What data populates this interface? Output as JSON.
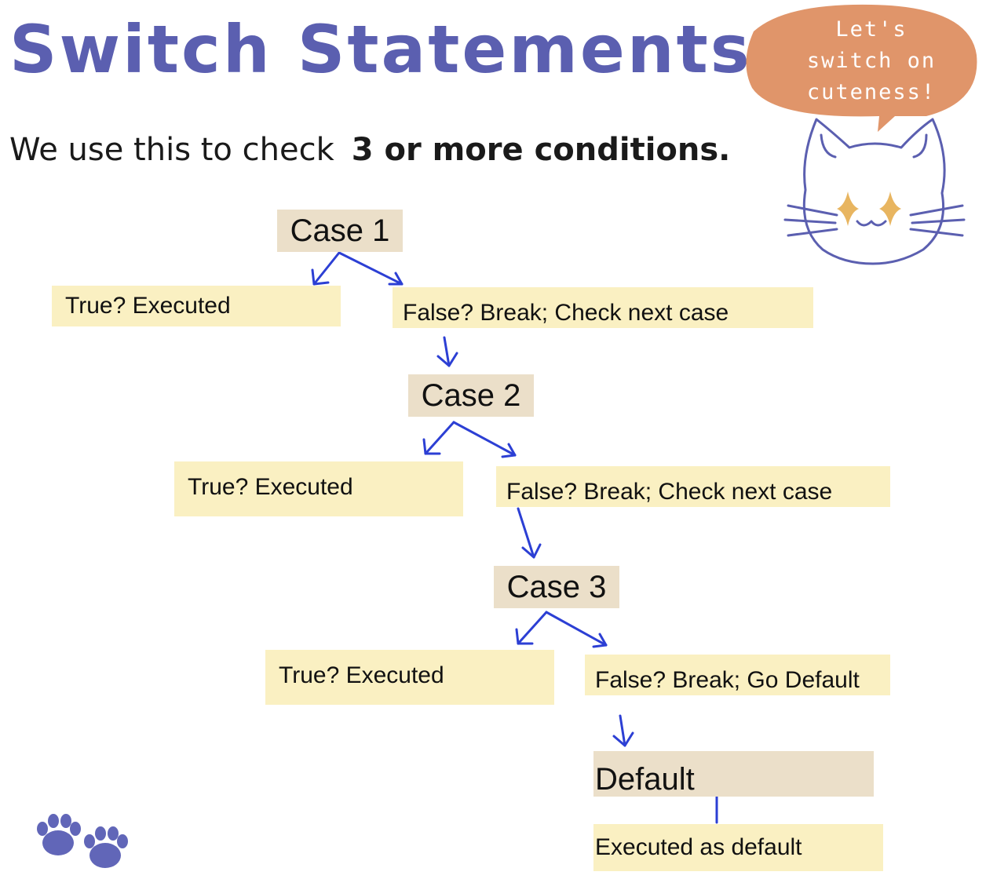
{
  "header": {
    "title": "Switch Statements",
    "subtitle_plain": "We use this  to  check",
    "subtitle_bold": "3 or more conditions."
  },
  "mascot": {
    "speech_bubble": "Let's switch on cuteness!"
  },
  "flow": {
    "case1": {
      "label": "Case 1",
      "true_text": "True?  Executed",
      "false_text": "False?  Break;  Check next case"
    },
    "case2": {
      "label": "Case 2",
      "true_text": "True?  Executed",
      "false_text": "False?  Break;  Check next case"
    },
    "case3": {
      "label": "Case 3",
      "true_text": "True?  Executed",
      "false_text": "False?  Break;  Go Default"
    },
    "default": {
      "label": "Default",
      "text": "Executed as default"
    }
  },
  "colors": {
    "title": "#5b5fb0",
    "case_box": "#ebdfc9",
    "branch_box": "#faf0c2",
    "arrow": "#2c3fd4",
    "bubble": "#e0956a",
    "cat_outline": "#5b5fb0",
    "cat_eyes": "#e8b560"
  }
}
